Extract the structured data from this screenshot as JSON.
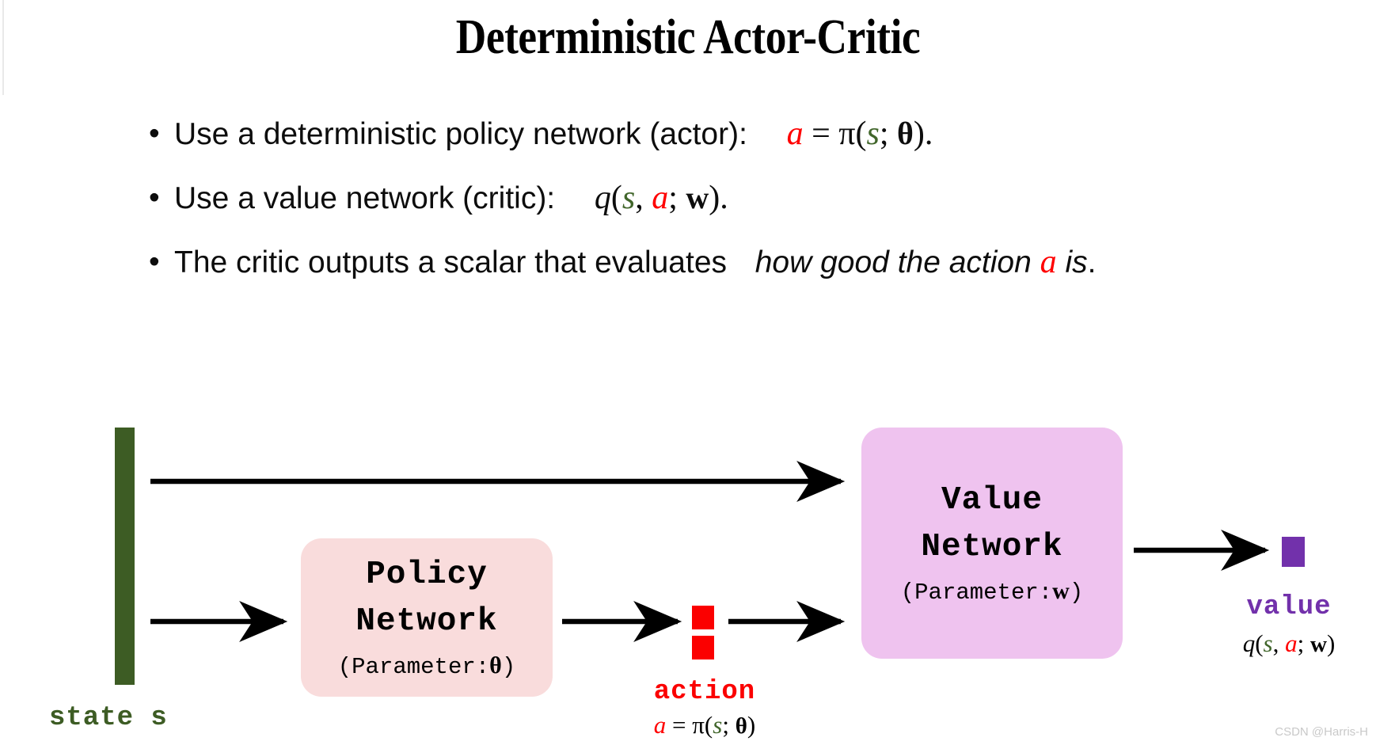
{
  "slide": {
    "title": "Deterministic Actor-Critic",
    "watermark": "CSDN @Harris-H"
  },
  "bullets": [
    {
      "marker": "•",
      "text_before": "Use a deterministic policy network (actor):",
      "formula": {
        "a": "a",
        "eq": " = ",
        "pi": "π(",
        "s": "s",
        "semi": "; ",
        "theta": "θ",
        "close": ")."
      }
    },
    {
      "marker": "•",
      "text_before": "Use a value network (critic):",
      "formula": {
        "q": "q",
        "open": "(",
        "s": "s",
        "comma": ", ",
        "a": "a",
        "semi": "; ",
        "w": "w",
        "close": ")."
      }
    },
    {
      "marker": "•",
      "text_before": "The critic outputs a scalar that evaluates",
      "italic_before": "how good the action ",
      "italic_var": "a",
      "italic_after": " is",
      "period": "."
    }
  ],
  "diagram": {
    "state": {
      "label": "state s",
      "color": "#3d5c24"
    },
    "policy_network": {
      "line1": "Policy",
      "line2": "Network",
      "param_open": "(Parameter:",
      "param_symbol": "θ",
      "param_close": ")",
      "bg_color": "#f9dcdc"
    },
    "value_network": {
      "line1": "Value",
      "line2": "Network",
      "param_open": "(Parameter:",
      "param_symbol": "w",
      "param_close": ")",
      "bg_color": "#efc3ef"
    },
    "action": {
      "label": "action",
      "color": "#fb0000",
      "formula": {
        "a": "a",
        "eq": " = ",
        "pi": "π(",
        "s": "s",
        "semi": "; ",
        "theta": "θ",
        "close": ")"
      }
    },
    "value_output": {
      "label": "value",
      "color": "#7231ab",
      "formula": {
        "q": "q",
        "open": "(",
        "s": "s",
        "comma": ", ",
        "a": "a",
        "semi": "; ",
        "w": "w",
        "close": ")"
      }
    }
  },
  "colors": {
    "state_green": "#3d5c24",
    "action_red": "#fb0000",
    "value_purple": "#7231ab",
    "policy_box": "#f9dcdc",
    "value_box": "#efc3ef"
  }
}
